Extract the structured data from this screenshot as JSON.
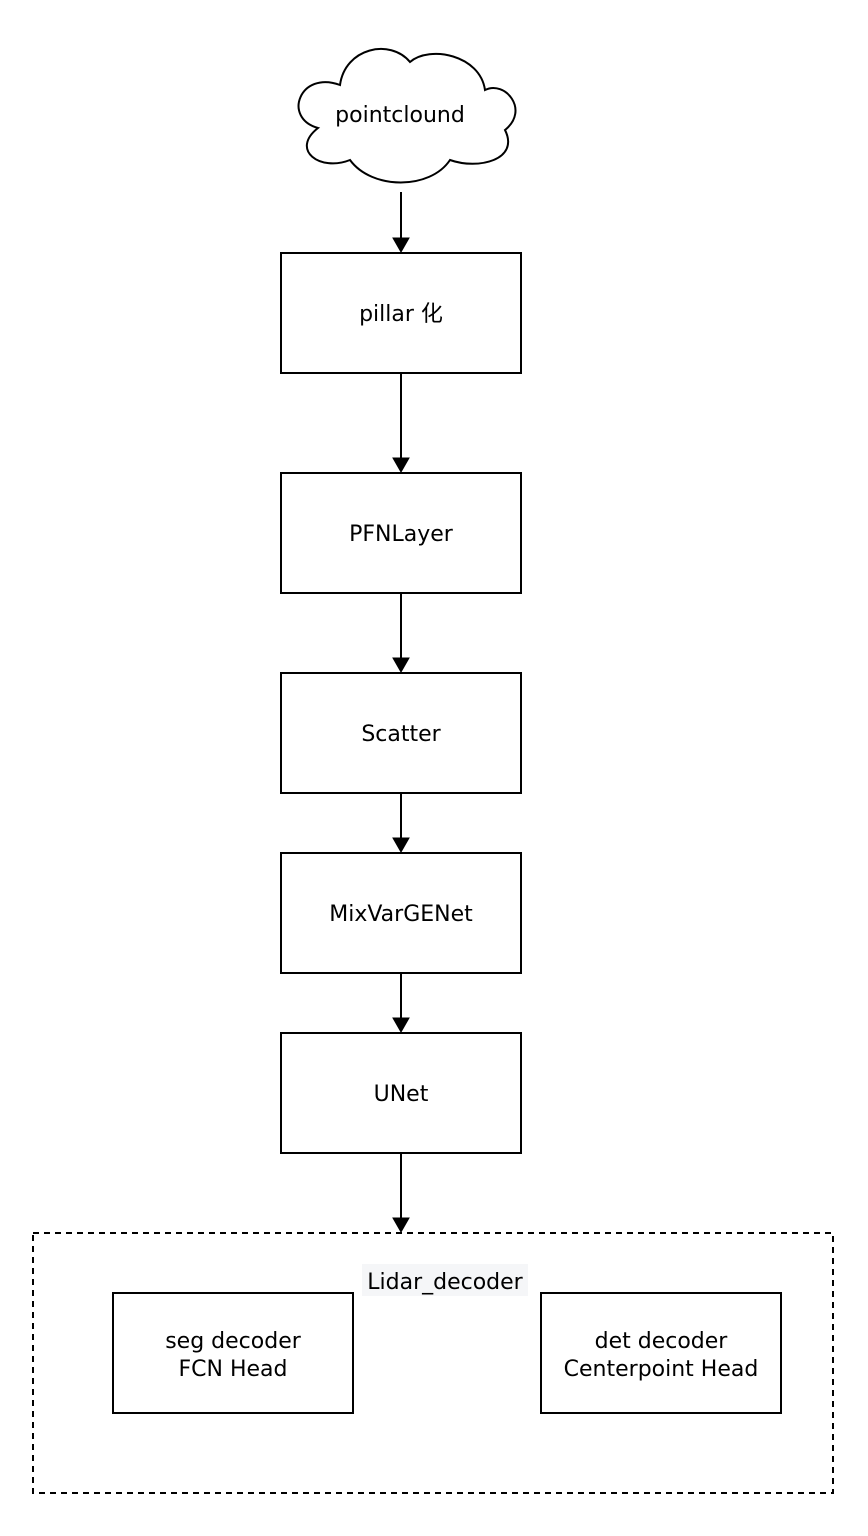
{
  "diagram": {
    "source": {
      "label": "pointclound"
    },
    "steps": [
      {
        "id": "pillar",
        "label": "pillar 化"
      },
      {
        "id": "pfn",
        "label": "PFNLayer"
      },
      {
        "id": "scatter",
        "label": "Scatter"
      },
      {
        "id": "mixvargenet",
        "label": "MixVarGENet"
      },
      {
        "id": "unet",
        "label": "UNet"
      }
    ],
    "group": {
      "label": "Lidar_decoder",
      "children": [
        {
          "id": "seg",
          "lines": [
            "seg decoder",
            "FCN Head"
          ]
        },
        {
          "id": "det",
          "lines": [
            "det decoder",
            "Centerpoint Head"
          ]
        }
      ]
    },
    "colors": {
      "stroke": "#000000",
      "fill": "#ffffff",
      "group_label_bg": "#f5f6f8"
    }
  }
}
